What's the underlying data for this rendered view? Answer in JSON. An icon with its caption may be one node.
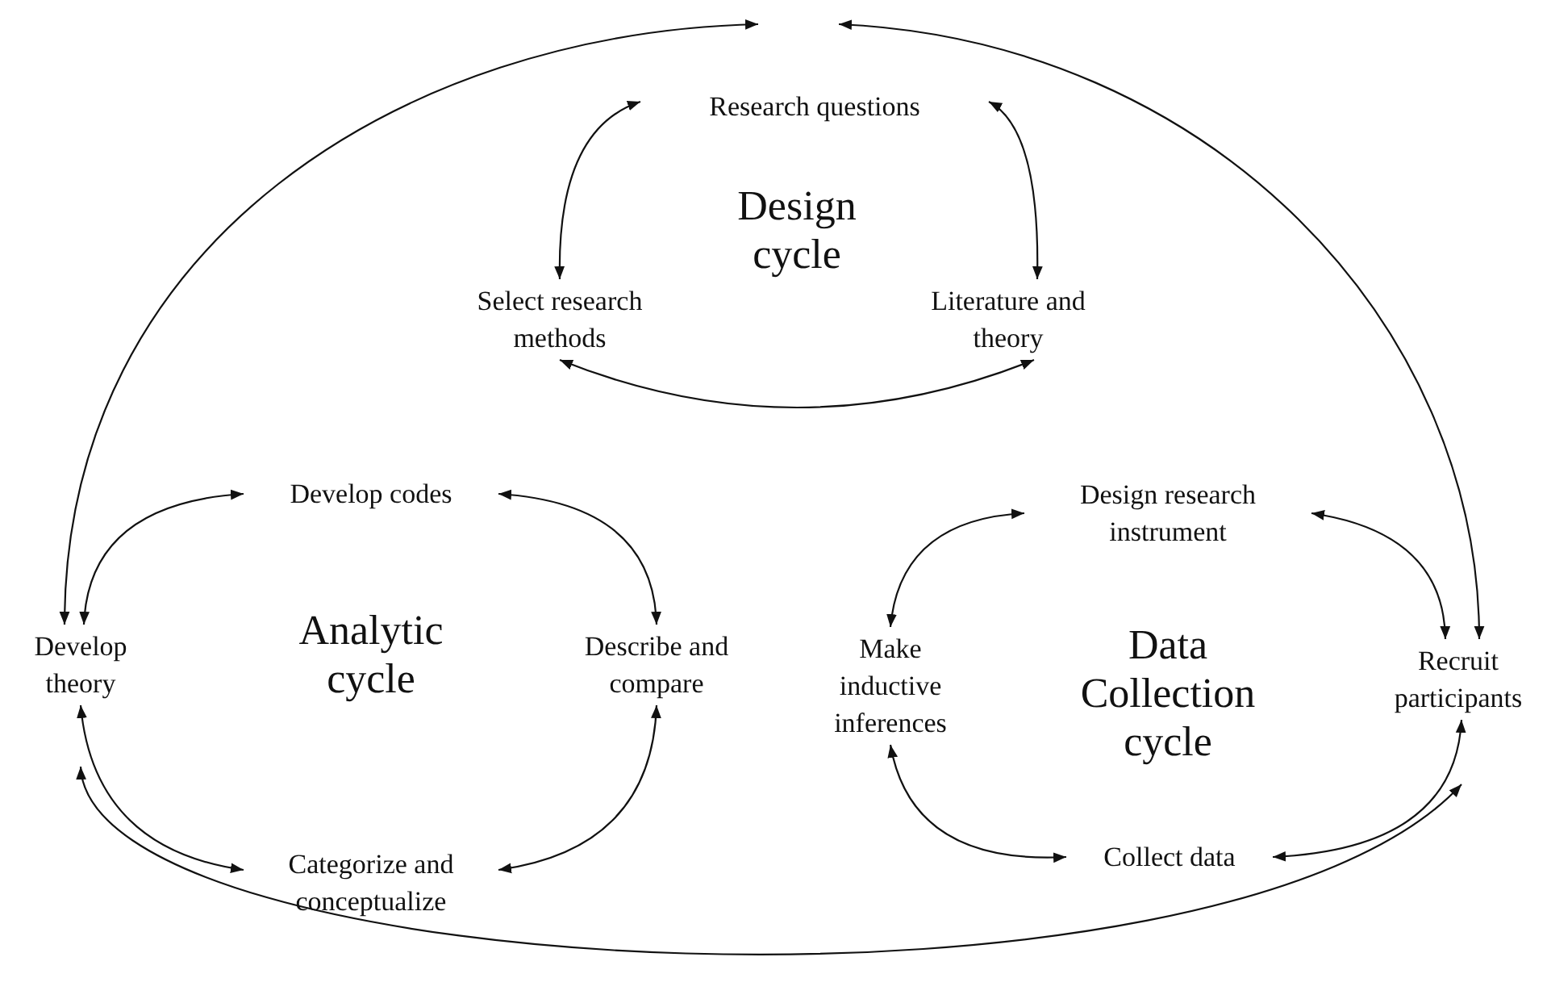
{
  "diagram": {
    "nodes": [
      {
        "text": [
          "Research questions"
        ]
      },
      {
        "text": [
          "Select research methods"
        ]
      },
      {
        "text": [
          "Literature and theory"
        ]
      },
      {
        "text": [
          "Develop codes"
        ]
      },
      {
        "text": [
          "Design research instrument"
        ]
      },
      {
        "text": [
          "Develop theory"
        ]
      },
      {
        "text": [
          "Describe and compare"
        ]
      },
      {
        "text": [
          "Make inductive inferences"
        ]
      },
      {
        "text": [
          "Recruit participants"
        ]
      },
      {
        "text": [
          "Categorize and conceptualize"
        ]
      },
      {
        "text": [
          "Collect data"
        ]
      }
    ],
    "edges": [
      {
        "from": 0,
        "to": 1,
        "arrow": "both"
      },
      {
        "from": 0,
        "to": 2,
        "arrow": "both"
      },
      {
        "from": 1,
        "to": 2,
        "arrow": "both"
      },
      {
        "from": 3,
        "to": 5,
        "arrow": "both"
      },
      {
        "from": 3,
        "to": 6,
        "arrow": "both"
      },
      {
        "from": 6,
        "to": 9,
        "arrow": "both"
      },
      {
        "from": 5,
        "to": 9,
        "arrow": "both"
      },
      {
        "from": 4,
        "to": 7,
        "arrow": "both"
      },
      {
        "from": 4,
        "to": 8,
        "arrow": "both"
      },
      {
        "from": 7,
        "to": 10,
        "arrow": "both"
      },
      {
        "from": 10,
        "to": 8,
        "arrow": "both"
      },
      {
        "from": null,
        "to": 5,
        "arrow": "both"
      },
      {
        "from": null,
        "to": 8,
        "arrow": "both"
      },
      {
        "from": 5,
        "to": 8,
        "arrow": "both"
      }
    ],
    "labels": [
      "Design cycle",
      "Analytic cycle",
      "Data Collection cycle"
    ]
  }
}
